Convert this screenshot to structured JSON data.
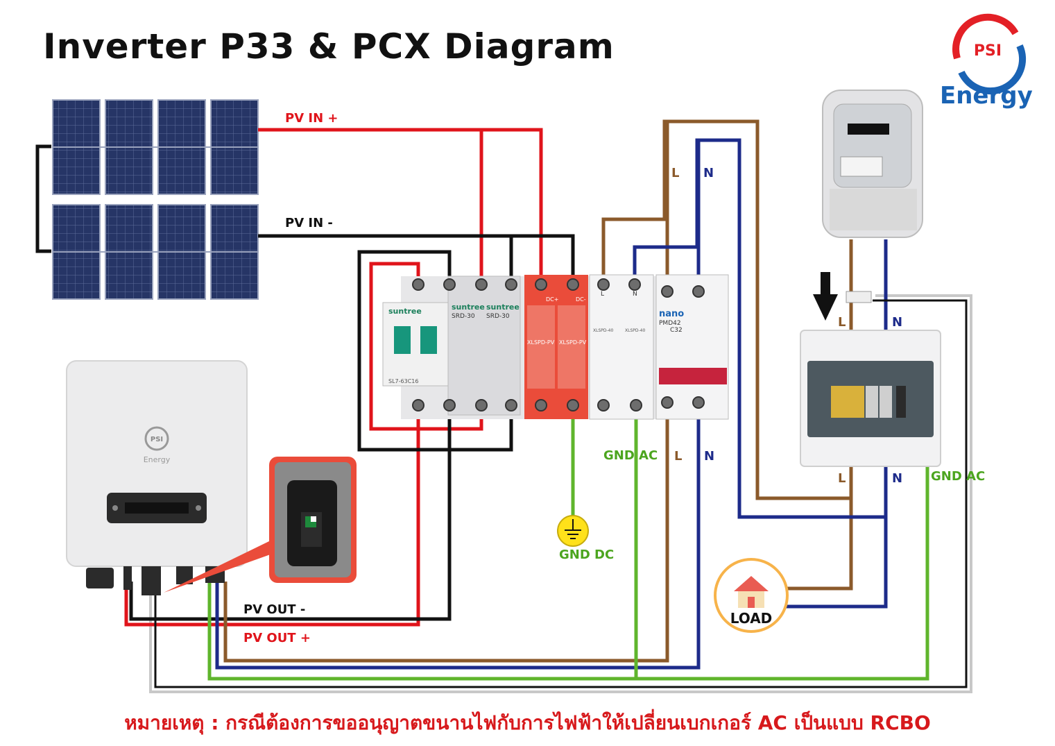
{
  "title": "Inverter P33 & PCX Diagram",
  "logo": {
    "mark": "PSI",
    "name": "Energy",
    "red": "#e32026",
    "blue": "#1a63b4"
  },
  "inverter": {
    "brand_mark": "PSI",
    "brand_name": "Energy"
  },
  "wire_labels": {
    "pv_in_plus": "PV IN +",
    "pv_in_minus": "PV IN -",
    "pv_out_minus": "PV OUT -",
    "pv_out_plus": "PV OUT +",
    "l_top": "L",
    "n_top": "N",
    "l_mid": "L",
    "n_mid": "N",
    "l_meter": "L",
    "n_meter": "N",
    "l_board": "L",
    "n_board": "N",
    "gnd_ac_left": "GND AC",
    "gnd_ac_right": "GND AC",
    "gnd_dc": "GND DC"
  },
  "devices": {
    "breaker_dc_brand": "suntree",
    "breaker_dc_model": "SL7-63C16",
    "switch1_brand": "suntree",
    "switch1_model": "SRD-30",
    "switch2_brand": "suntree",
    "switch2_model": "SRD-30",
    "spd_dc1_model": "XLSPD-PV",
    "spd_dc2_model": "XLSPD-PV",
    "spd_dc_plus": "DC+",
    "spd_dc_minus": "DC-",
    "spd_ac1_model": "XLSPD-40",
    "spd_ac2_model": "XLSPD-40",
    "spd_ac1_term": "L",
    "spd_ac2_term": "N",
    "ac_breaker_brand": "nano",
    "ac_breaker_model": "PMD42",
    "ac_breaker_rating": "C32"
  },
  "load_label": "LOAD",
  "note": "หมายเหตุ : กรณีต้องการขออนุญาตขนานไฟกับการไฟฟ้าให้เปลี่ยนเบกเกอร์ AC เป็นแบบ RCBO",
  "colors": {
    "red": "#e0141b",
    "black": "#111111",
    "brown": "#8b5a2b",
    "blue": "#1d2b8a",
    "green": "#5fb52c",
    "gray": "#c8c8c8",
    "label_red": "#e0141b",
    "label_green": "#4ca51f"
  }
}
